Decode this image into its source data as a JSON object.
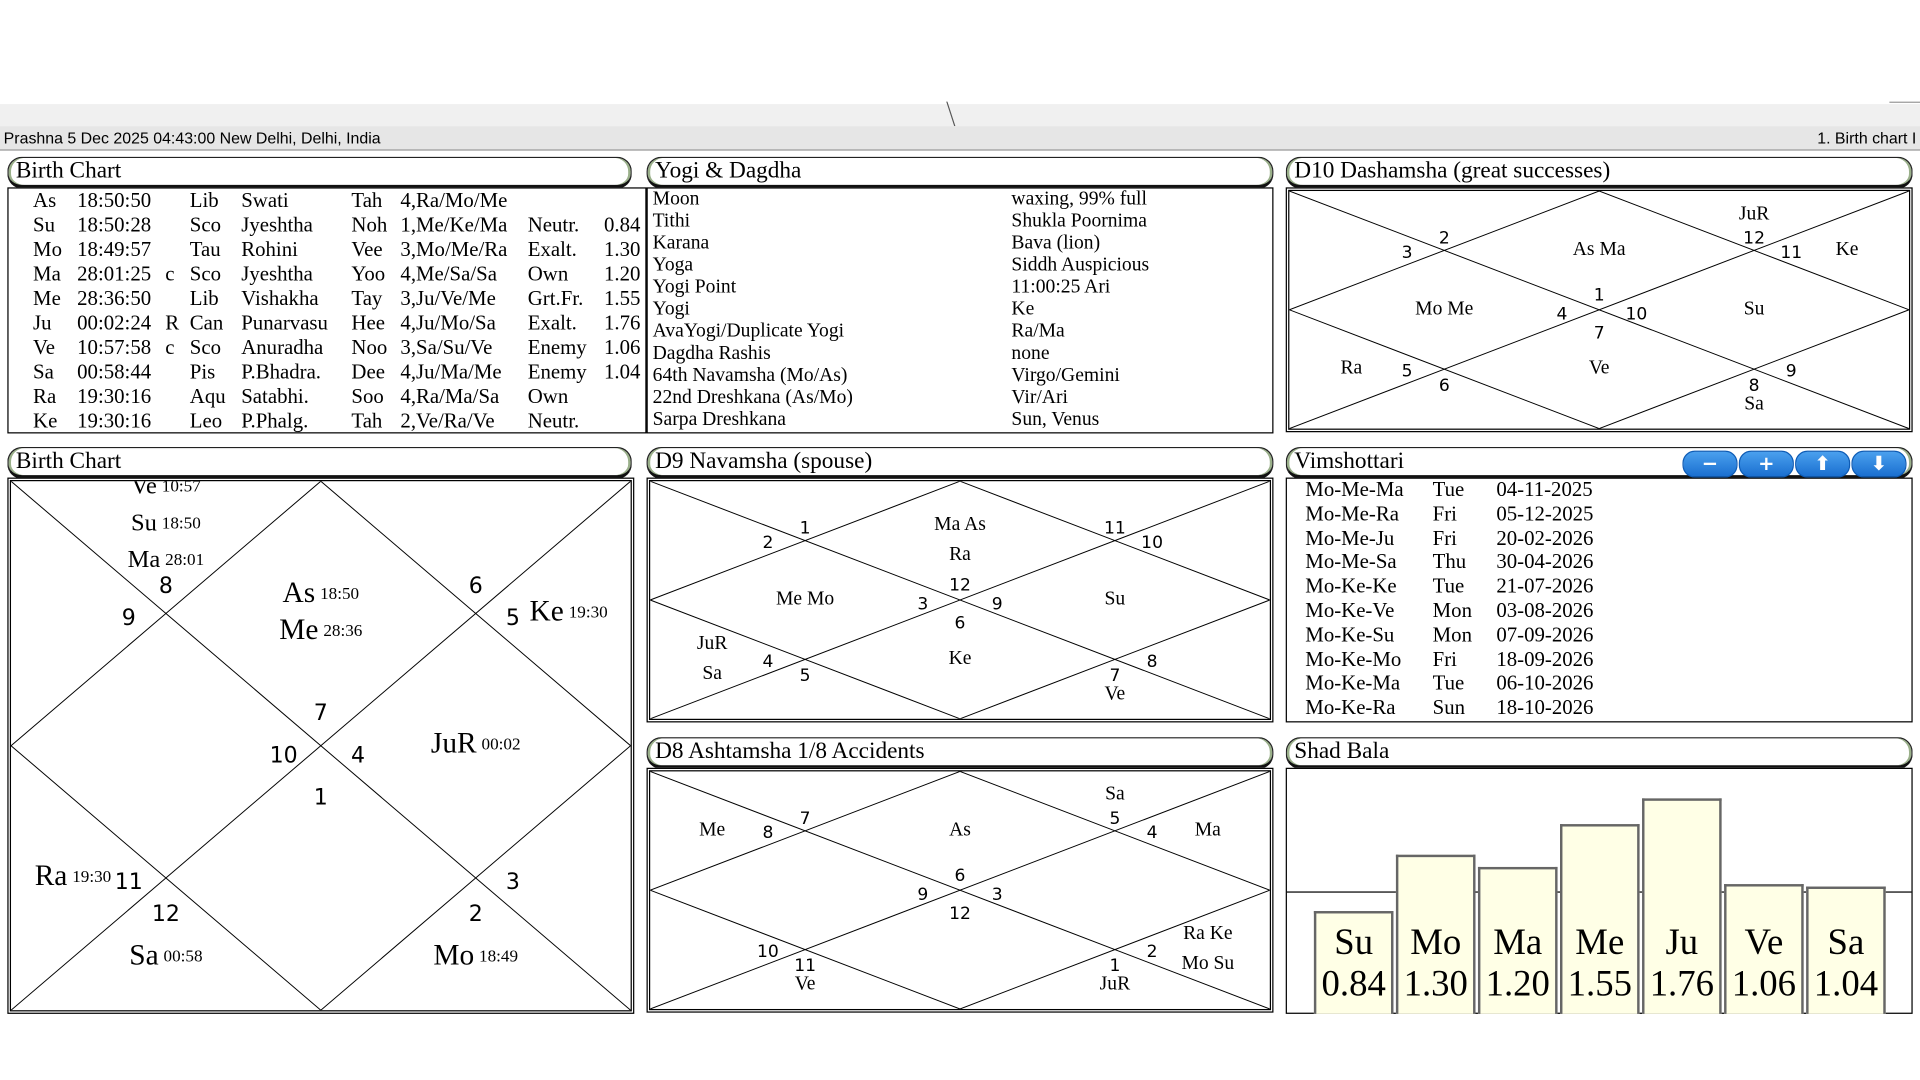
{
  "status_bar": {
    "left": "Prashna 5 Dec 2025 04:43:00  New Delhi, Delhi, India",
    "right": "1. Birth chart I"
  },
  "birth_table": {
    "title": "Birth Chart",
    "rows": [
      [
        "As",
        "18:50:50",
        "",
        "Lib",
        "Swati",
        "Tah",
        "4,Ra/Mo/Me",
        "",
        ""
      ],
      [
        "Su",
        "18:50:28",
        "",
        "Sco",
        "Jyeshtha",
        "Noh",
        "1,Me/Ke/Ma",
        "Neutr.",
        "0.84"
      ],
      [
        "Mo",
        "18:49:57",
        "",
        "Tau",
        "Rohini",
        "Vee",
        "3,Mo/Me/Ra",
        "Exalt.",
        "1.30"
      ],
      [
        "Ma",
        "28:01:25",
        "c",
        "Sco",
        "Jyeshtha",
        "Yoo",
        "4,Me/Sa/Sa",
        "Own",
        "1.20"
      ],
      [
        "Me",
        "28:36:50",
        "",
        "Lib",
        "Vishakha",
        "Tay",
        "3,Ju/Ve/Me",
        "Grt.Fr.",
        "1.55"
      ],
      [
        "Ju",
        "00:02:24",
        "R",
        "Can",
        "Punarvasu",
        "Hee",
        "4,Ju/Mo/Sa",
        "Exalt.",
        "1.76"
      ],
      [
        "Ve",
        "10:57:58",
        "c",
        "Sco",
        "Anuradha",
        "Noo",
        "3,Sa/Su/Ve",
        "Enemy",
        "1.06"
      ],
      [
        "Sa",
        "00:58:44",
        "",
        "Pis",
        "P.Bhadra.",
        "Dee",
        "4,Ju/Ma/Me",
        "Enemy",
        "1.04"
      ],
      [
        "Ra",
        "19:30:16",
        "",
        "Aqu",
        "Satabhi.",
        "Soo",
        "4,Ra/Ma/Sa",
        "Own",
        ""
      ],
      [
        "Ke",
        "19:30:16",
        "",
        "Leo",
        "P.Phalg.",
        "Tah",
        "2,Ve/Ra/Ve",
        "Neutr.",
        ""
      ]
    ]
  },
  "yogi": {
    "title": "Yogi & Dagdha",
    "rows": [
      [
        "Moon",
        "waxing, 99% full"
      ],
      [
        "Tithi",
        "Shukla Poornima"
      ],
      [
        "Karana",
        "Bava (lion)"
      ],
      [
        "Yoga",
        "Siddh Auspicious"
      ],
      [
        "Yogi Point",
        "11:00:25 Ari"
      ],
      [
        "Yogi",
        "Ke"
      ],
      [
        "AvaYogi/Duplicate Yogi",
        "Ra/Ma"
      ],
      [
        "Dagdha Rashis",
        "none"
      ],
      [
        "64th Navamsha (Mo/As)",
        "Virgo/Gemini"
      ],
      [
        "22nd Dreshkana (As/Mo)",
        "Vir/Ari"
      ],
      [
        "Sarpa Dreshkana",
        "Sun, Venus"
      ]
    ]
  },
  "charts": {
    "d10": {
      "title": "D10 Dashamsha  (great successes)",
      "houses": [
        {
          "sign": "1",
          "planets": [
            "As Ma"
          ]
        },
        {
          "sign": "2",
          "planets": []
        },
        {
          "sign": "3",
          "planets": []
        },
        {
          "sign": "4",
          "planets": [
            "Mo Me"
          ]
        },
        {
          "sign": "5",
          "planets": [
            "Ra"
          ]
        },
        {
          "sign": "6",
          "planets": []
        },
        {
          "sign": "7",
          "planets": [
            "Ve"
          ]
        },
        {
          "sign": "8",
          "planets": [
            "Sa"
          ]
        },
        {
          "sign": "9",
          "planets": []
        },
        {
          "sign": "10",
          "planets": [
            "Su"
          ]
        },
        {
          "sign": "11",
          "planets": [
            "Ke"
          ]
        },
        {
          "sign": "12",
          "planets": [
            "JuR"
          ]
        }
      ]
    },
    "rasi": {
      "title": "Birth Chart",
      "houses": [
        {
          "sign": "7",
          "planets": [
            {
              "p": "As",
              "d": "18:50"
            },
            {
              "p": "Me",
              "d": "28:36"
            }
          ]
        },
        {
          "sign": "8",
          "planets": [
            {
              "p": "Ve",
              "d": "10:57"
            },
            {
              "p": "Su",
              "d": "18:50"
            },
            {
              "p": "Ma",
              "d": "28:01"
            }
          ]
        },
        {
          "sign": "9",
          "planets": []
        },
        {
          "sign": "10",
          "planets": []
        },
        {
          "sign": "11",
          "planets": [
            {
              "p": "Ra",
              "d": "19:30"
            }
          ]
        },
        {
          "sign": "12",
          "planets": [
            {
              "p": "Sa",
              "d": "00:58"
            }
          ]
        },
        {
          "sign": "1",
          "planets": []
        },
        {
          "sign": "2",
          "planets": [
            {
              "p": "Mo",
              "d": "18:49"
            }
          ]
        },
        {
          "sign": "3",
          "planets": []
        },
        {
          "sign": "4",
          "planets": [
            {
              "p": "JuR",
              "d": "00:02"
            }
          ]
        },
        {
          "sign": "5",
          "planets": [
            {
              "p": "Ke",
              "d": "19:30"
            }
          ]
        },
        {
          "sign": "6",
          "planets": []
        }
      ]
    },
    "d9": {
      "title": "D9 Navamsha  (spouse)",
      "houses": [
        {
          "sign": "12",
          "planets": [
            "Ma As",
            "Ra"
          ]
        },
        {
          "sign": "1",
          "planets": []
        },
        {
          "sign": "2",
          "planets": []
        },
        {
          "sign": "3",
          "planets": [
            "Me Mo"
          ]
        },
        {
          "sign": "4",
          "planets": [
            "JuR",
            "Sa"
          ]
        },
        {
          "sign": "5",
          "planets": []
        },
        {
          "sign": "6",
          "planets": [
            "Ke"
          ]
        },
        {
          "sign": "7",
          "planets": [
            "Ve"
          ]
        },
        {
          "sign": "8",
          "planets": []
        },
        {
          "sign": "9",
          "planets": [
            "Su"
          ]
        },
        {
          "sign": "10",
          "planets": []
        },
        {
          "sign": "11",
          "planets": []
        }
      ]
    },
    "d8": {
      "title": "D8 Ashtamsha 1/8  Accidents",
      "houses": [
        {
          "sign": "6",
          "planets": [
            "As"
          ]
        },
        {
          "sign": "7",
          "planets": []
        },
        {
          "sign": "8",
          "planets": [
            "Me"
          ]
        },
        {
          "sign": "9",
          "planets": []
        },
        {
          "sign": "10",
          "planets": []
        },
        {
          "sign": "11",
          "planets": [
            "Ve"
          ]
        },
        {
          "sign": "12",
          "planets": []
        },
        {
          "sign": "1",
          "planets": [
            "JuR"
          ]
        },
        {
          "sign": "2",
          "planets": [
            "Ra Ke",
            "Mo Su"
          ]
        },
        {
          "sign": "3",
          "planets": []
        },
        {
          "sign": "4",
          "planets": [
            "Ma"
          ]
        },
        {
          "sign": "5",
          "planets": [
            "Sa"
          ]
        }
      ]
    }
  },
  "vimshottari": {
    "title": "Vimshottari",
    "buttons": {
      "minus": "−",
      "plus": "+",
      "up": "⬆",
      "down": "⬇"
    },
    "rows": [
      [
        "Mo-Me-Ma",
        "Tue",
        "04-11-2025"
      ],
      [
        "Mo-Me-Ra",
        "Fri",
        "05-12-2025"
      ],
      [
        "Mo-Me-Ju",
        "Fri",
        "20-02-2026"
      ],
      [
        "Mo-Me-Sa",
        "Thu",
        "30-04-2026"
      ],
      [
        "Mo-Ke-Ke",
        "Tue",
        "21-07-2026"
      ],
      [
        "Mo-Ke-Ve",
        "Mon",
        "03-08-2026"
      ],
      [
        "Mo-Ke-Su",
        "Mon",
        "07-09-2026"
      ],
      [
        "Mo-Ke-Mo",
        "Fri",
        "18-09-2026"
      ],
      [
        "Mo-Ke-Ma",
        "Tue",
        "06-10-2026"
      ],
      [
        "Mo-Ke-Ra",
        "Sun",
        "18-10-2026"
      ]
    ]
  },
  "chart_data": {
    "type": "bar",
    "title": "Shad Bala",
    "categories": [
      "Su",
      "Mo",
      "Ma",
      "Me",
      "Ju",
      "Ve",
      "Sa"
    ],
    "values": [
      0.84,
      1.3,
      1.2,
      1.55,
      1.76,
      1.06,
      1.04
    ],
    "labels": [
      "0.84",
      "1.30",
      "1.20",
      "1.55",
      "1.76",
      "1.06",
      "1.04"
    ],
    "reference_line": 1.0,
    "bar_color": "#ffffe6"
  }
}
